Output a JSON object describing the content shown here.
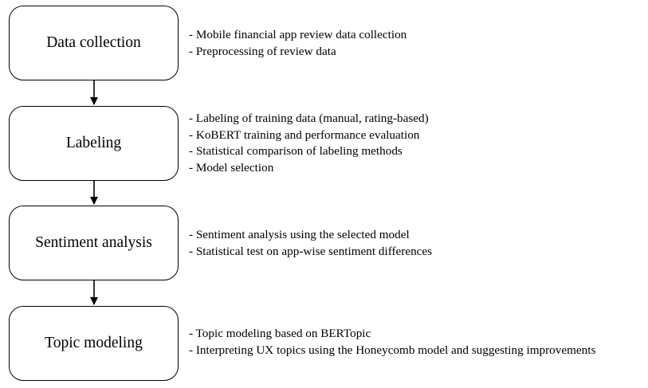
{
  "steps": [
    {
      "title": "Data collection",
      "items": [
        "- Mobile financial app review data collection",
        "- Preprocessing of review data"
      ]
    },
    {
      "title": "Labeling",
      "items": [
        "- Labeling of training data (manual, rating-based)",
        "- KoBERT training and performance evaluation",
        "- Statistical comparison of labeling methods",
        "- Model selection"
      ]
    },
    {
      "title": "Sentiment analysis",
      "items": [
        "- Sentiment analysis using the selected model",
        "- Statistical test on app-wise sentiment differences"
      ]
    },
    {
      "title": "Topic modeling",
      "items": [
        "- Topic modeling based on BERTopic",
        "- Interpreting UX topics using the Honeycomb model and suggesting improvements"
      ]
    }
  ],
  "colors": {
    "stroke": "#000000",
    "background": "#ffffff",
    "text": "#000000"
  }
}
